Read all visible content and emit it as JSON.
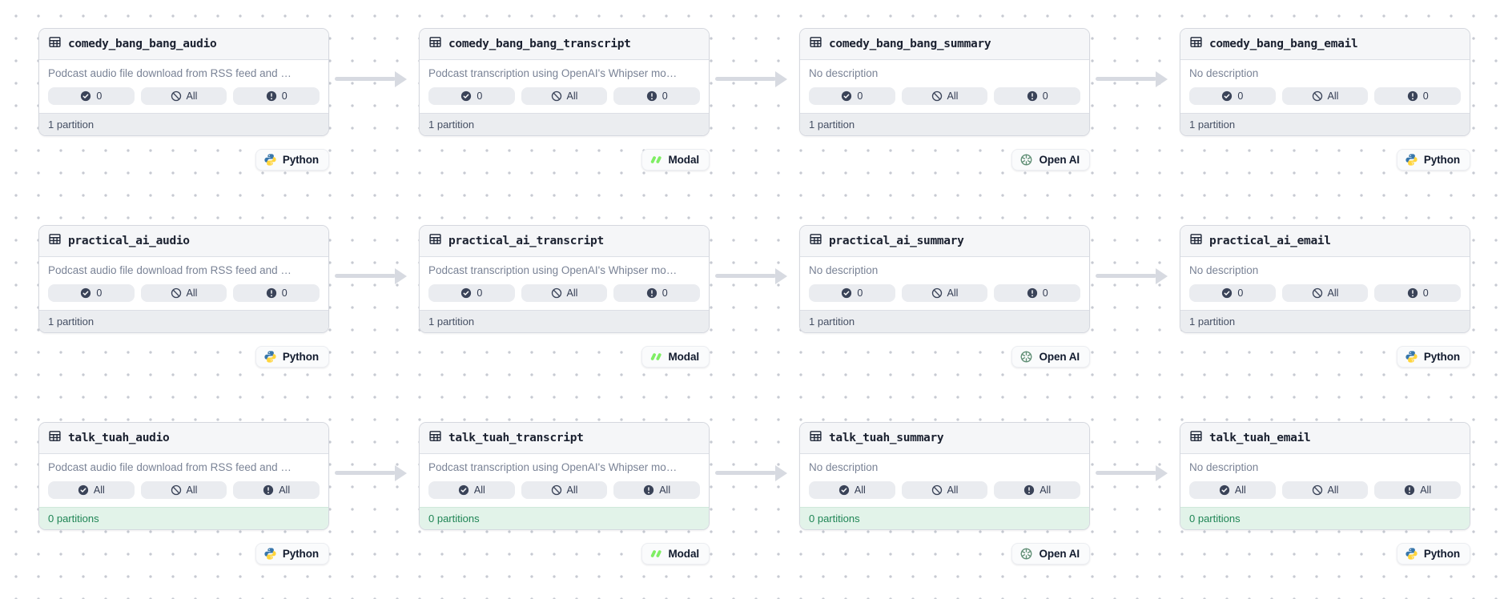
{
  "view": {
    "name": "Asset lineage graph"
  },
  "palette": {
    "python_blue": "#3776AB",
    "python_yellow": "#FFD43B",
    "modal_green": "#7FEE64",
    "openai_green": "#5F8E74",
    "partitions_ok_text": "#1F8555",
    "partitions_ok_bg": "#E2F3E9",
    "edge_gray": "#D7DAE1"
  },
  "rows": [
    {
      "assets": [
        {
          "name": "comedy_bang_bang_audio",
          "description": "Podcast audio file download from RSS feed and …",
          "badges": [
            {
              "icon": "check-circle",
              "label": "0"
            },
            {
              "icon": "slash-circle",
              "label": "All"
            },
            {
              "icon": "alert-circle",
              "label": "0"
            }
          ],
          "partitions": {
            "label": "1 partition",
            "state": "default"
          },
          "tech": {
            "label": "Python",
            "logo": "python"
          }
        },
        {
          "name": "comedy_bang_bang_transcript",
          "description": "Podcast transcription using OpenAI's Whipser mo…",
          "badges": [
            {
              "icon": "check-circle",
              "label": "0"
            },
            {
              "icon": "slash-circle",
              "label": "All"
            },
            {
              "icon": "alert-circle",
              "label": "0"
            }
          ],
          "partitions": {
            "label": "1 partition",
            "state": "default"
          },
          "tech": {
            "label": "Modal",
            "logo": "modal"
          }
        },
        {
          "name": "comedy_bang_bang_summary",
          "description": "No description",
          "badges": [
            {
              "icon": "check-circle",
              "label": "0"
            },
            {
              "icon": "slash-circle",
              "label": "All"
            },
            {
              "icon": "alert-circle",
              "label": "0"
            }
          ],
          "partitions": {
            "label": "1 partition",
            "state": "default"
          },
          "tech": {
            "label": "Open AI",
            "logo": "openai"
          }
        },
        {
          "name": "comedy_bang_bang_email",
          "description": "No description",
          "badges": [
            {
              "icon": "check-circle",
              "label": "0"
            },
            {
              "icon": "slash-circle",
              "label": "All"
            },
            {
              "icon": "alert-circle",
              "label": "0"
            }
          ],
          "partitions": {
            "label": "1 partition",
            "state": "default"
          },
          "tech": {
            "label": "Python",
            "logo": "python"
          }
        }
      ]
    },
    {
      "assets": [
        {
          "name": "practical_ai_audio",
          "description": "Podcast audio file download from RSS feed and …",
          "badges": [
            {
              "icon": "check-circle",
              "label": "0"
            },
            {
              "icon": "slash-circle",
              "label": "All"
            },
            {
              "icon": "alert-circle",
              "label": "0"
            }
          ],
          "partitions": {
            "label": "1 partition",
            "state": "default"
          },
          "tech": {
            "label": "Python",
            "logo": "python"
          }
        },
        {
          "name": "practical_ai_transcript",
          "description": "Podcast transcription using OpenAI's Whipser mo…",
          "badges": [
            {
              "icon": "check-circle",
              "label": "0"
            },
            {
              "icon": "slash-circle",
              "label": "All"
            },
            {
              "icon": "alert-circle",
              "label": "0"
            }
          ],
          "partitions": {
            "label": "1 partition",
            "state": "default"
          },
          "tech": {
            "label": "Modal",
            "logo": "modal"
          }
        },
        {
          "name": "practical_ai_summary",
          "description": "No description",
          "badges": [
            {
              "icon": "check-circle",
              "label": "0"
            },
            {
              "icon": "slash-circle",
              "label": "All"
            },
            {
              "icon": "alert-circle",
              "label": "0"
            }
          ],
          "partitions": {
            "label": "1 partition",
            "state": "default"
          },
          "tech": {
            "label": "Open AI",
            "logo": "openai"
          }
        },
        {
          "name": "practical_ai_email",
          "description": "No description",
          "badges": [
            {
              "icon": "check-circle",
              "label": "0"
            },
            {
              "icon": "slash-circle",
              "label": "All"
            },
            {
              "icon": "alert-circle",
              "label": "0"
            }
          ],
          "partitions": {
            "label": "1 partition",
            "state": "default"
          },
          "tech": {
            "label": "Python",
            "logo": "python"
          }
        }
      ]
    },
    {
      "assets": [
        {
          "name": "talk_tuah_audio",
          "description": "Podcast audio file download from RSS feed and …",
          "badges": [
            {
              "icon": "check-circle",
              "label": "All"
            },
            {
              "icon": "slash-circle",
              "label": "All"
            },
            {
              "icon": "alert-circle",
              "label": "All"
            }
          ],
          "partitions": {
            "label": "0 partitions",
            "state": "ok"
          },
          "tech": {
            "label": "Python",
            "logo": "python"
          }
        },
        {
          "name": "talk_tuah_transcript",
          "description": "Podcast transcription using OpenAI's Whipser mo…",
          "badges": [
            {
              "icon": "check-circle",
              "label": "All"
            },
            {
              "icon": "slash-circle",
              "label": "All"
            },
            {
              "icon": "alert-circle",
              "label": "All"
            }
          ],
          "partitions": {
            "label": "0 partitions",
            "state": "ok"
          },
          "tech": {
            "label": "Modal",
            "logo": "modal"
          }
        },
        {
          "name": "talk_tuah_summary",
          "description": "No description",
          "badges": [
            {
              "icon": "check-circle",
              "label": "All"
            },
            {
              "icon": "slash-circle",
              "label": "All"
            },
            {
              "icon": "alert-circle",
              "label": "All"
            }
          ],
          "partitions": {
            "label": "0 partitions",
            "state": "ok"
          },
          "tech": {
            "label": "Open AI",
            "logo": "openai"
          }
        },
        {
          "name": "talk_tuah_email",
          "description": "No description",
          "badges": [
            {
              "icon": "check-circle",
              "label": "All"
            },
            {
              "icon": "slash-circle",
              "label": "All"
            },
            {
              "icon": "alert-circle",
              "label": "All"
            }
          ],
          "partitions": {
            "label": "0 partitions",
            "state": "ok"
          },
          "tech": {
            "label": "Python",
            "logo": "python"
          }
        }
      ]
    }
  ]
}
